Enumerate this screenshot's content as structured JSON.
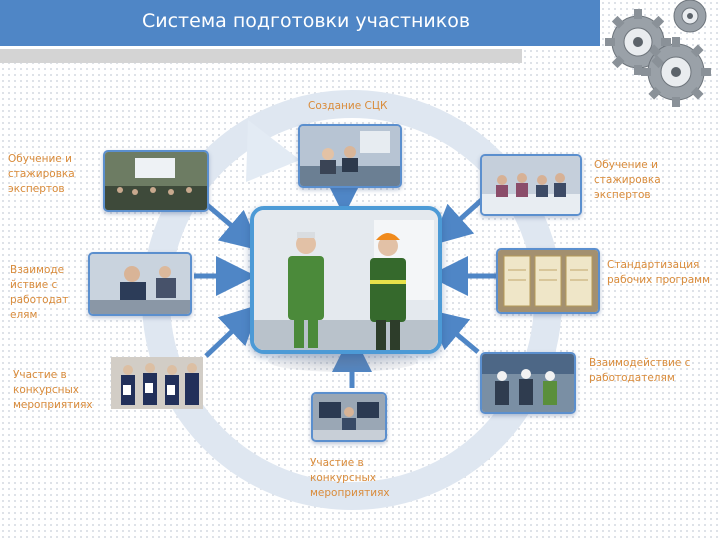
{
  "header": {
    "title": "Система подготовки участников"
  },
  "labels": {
    "top": "Создание СЦК",
    "left_top": "Обучение и стажировка экспертов",
    "left_mid": "Взаимоде йствие с работодат елям",
    "left_bottom": "Участие в конкурсных мероприятиях",
    "right_top": "Обучение и стажировка экспертов",
    "right_mid": "Стандартизация рабочих программ",
    "right_bottom": "Взаимодействие с работодателям",
    "bottom": "Участие в конкурсных мероприятиях"
  },
  "colors": {
    "header": "#4f86c6",
    "label_text": "#d98b3a",
    "ring": "#dfe7f1",
    "arrow": "#4f86c6",
    "frame": "#5b8fce"
  }
}
